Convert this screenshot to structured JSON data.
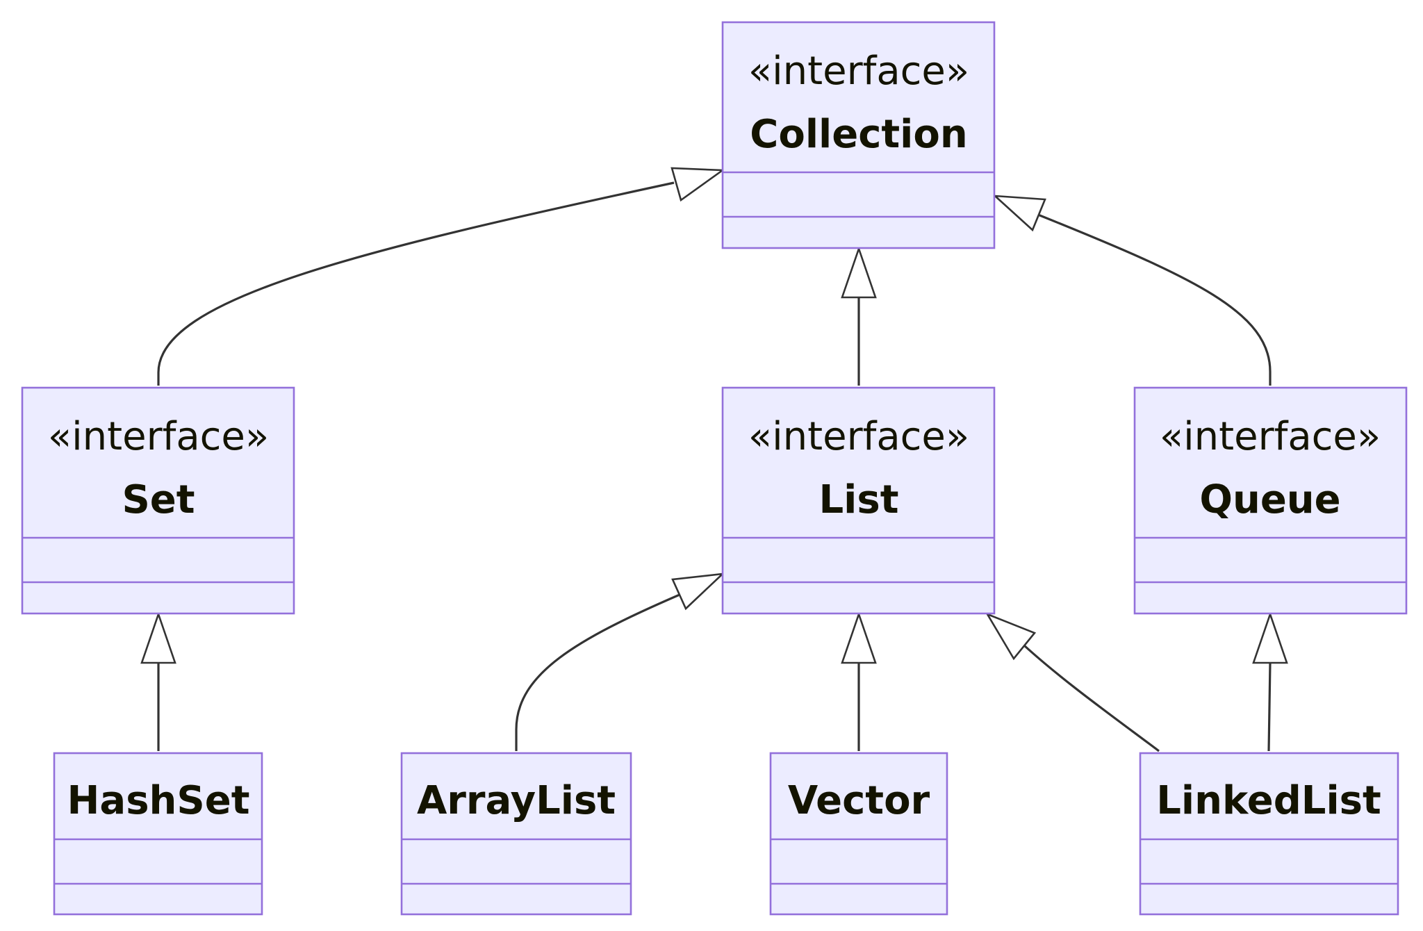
{
  "diagram": {
    "type": "uml-class-diagram",
    "colors": {
      "box_fill": "#ECECFF",
      "box_stroke": "#9370DB",
      "edge": "#333333",
      "text": "#131300",
      "background": "#ffffff"
    },
    "classes": {
      "collection": {
        "stereotype": "«interface»",
        "name": "Collection"
      },
      "set": {
        "stereotype": "«interface»",
        "name": "Set"
      },
      "list": {
        "stereotype": "«interface»",
        "name": "List"
      },
      "queue": {
        "stereotype": "«interface»",
        "name": "Queue"
      },
      "hashset": {
        "name": "HashSet"
      },
      "arraylist": {
        "name": "ArrayList"
      },
      "vector": {
        "name": "Vector"
      },
      "linkedlist": {
        "name": "LinkedList"
      }
    },
    "relations": [
      {
        "from": "Set",
        "to": "Collection",
        "kind": "inheritance"
      },
      {
        "from": "List",
        "to": "Collection",
        "kind": "inheritance"
      },
      {
        "from": "Queue",
        "to": "Collection",
        "kind": "inheritance"
      },
      {
        "from": "HashSet",
        "to": "Set",
        "kind": "inheritance"
      },
      {
        "from": "ArrayList",
        "to": "List",
        "kind": "inheritance"
      },
      {
        "from": "Vector",
        "to": "List",
        "kind": "inheritance"
      },
      {
        "from": "LinkedList",
        "to": "List",
        "kind": "inheritance"
      },
      {
        "from": "LinkedList",
        "to": "Queue",
        "kind": "inheritance"
      }
    ]
  }
}
